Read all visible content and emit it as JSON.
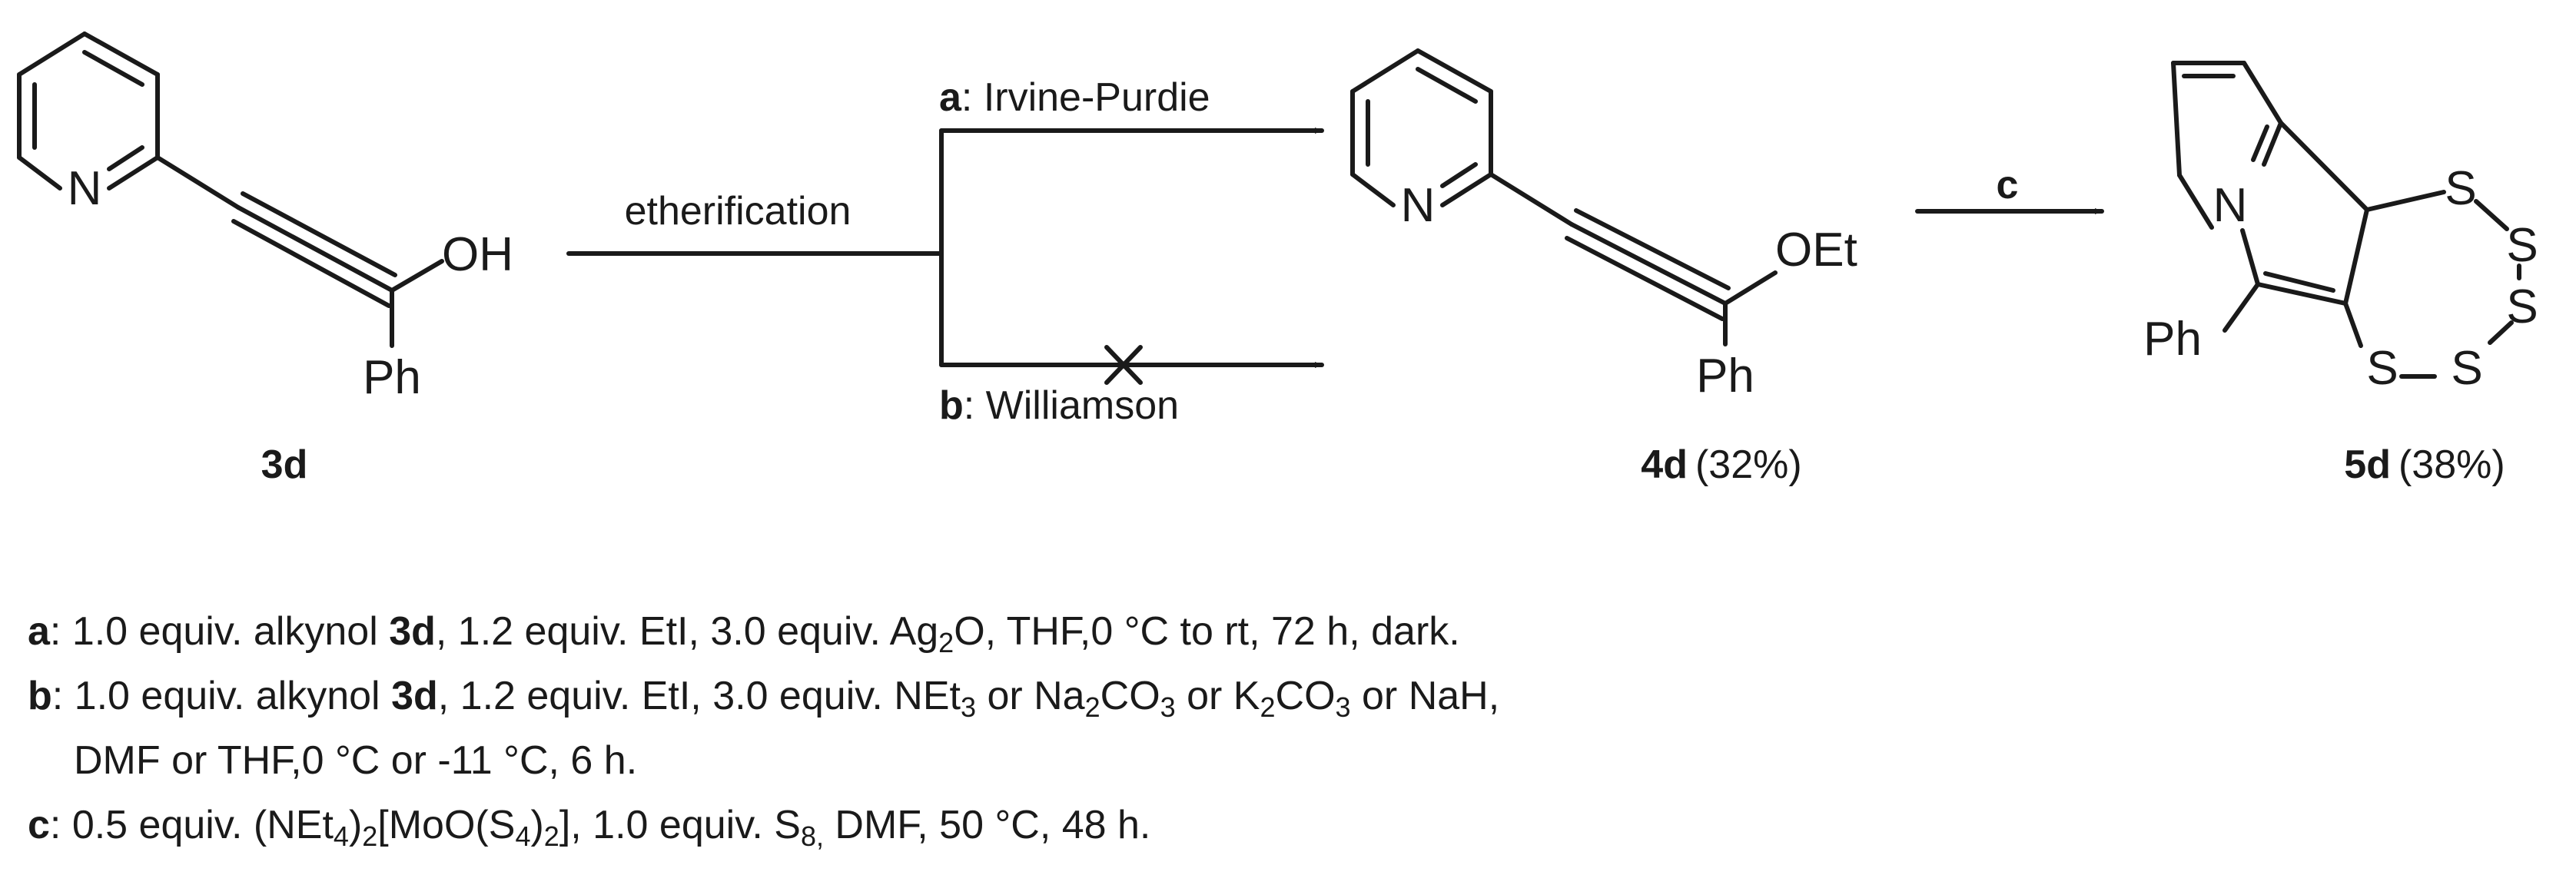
{
  "compounds": {
    "start": {
      "id": "3d",
      "n": "N",
      "oh": "OH",
      "ph": "Ph"
    },
    "ether": {
      "id": "4d",
      "yield": "(32%)",
      "n": "N",
      "oet": "OEt",
      "ph": "Ph"
    },
    "product": {
      "id": "5d",
      "yield": "(38%)",
      "n": "N",
      "ph": "Ph",
      "s": "S"
    }
  },
  "arrows": {
    "split_label": "etherification",
    "a_key": "a",
    "a_name": ": Irvine-Purdie",
    "b_key": "b",
    "b_name": ": Williamson",
    "c_key": "c"
  },
  "conditions": {
    "a": {
      "key": "a",
      "t1": ": 1.0 equiv. alkynol ",
      "cmpd": "3d",
      "t2": ", 1.2 equiv. EtI, 3.0 equiv. Ag",
      "s1": "2",
      "t3": "O, THF,0 °C to rt, 72 h, dark."
    },
    "b": {
      "key": "b",
      "t1": ": 1.0 equiv. alkynol ",
      "cmpd": "3d",
      "t2": ", 1.2 equiv. EtI, 3.0 equiv. NEt",
      "s1": "3",
      "t3": " or Na",
      "s2": "2",
      "t4": "CO",
      "s3": "3",
      "t5": " or K",
      "s4": "2",
      "t6": "CO",
      "s5": "3",
      "t7": " or NaH,",
      "line2": "DMF or THF,0 °C or -11 °C, 6 h."
    },
    "c": {
      "key": "c",
      "t1": ": 0.5 equiv. (NEt",
      "s1": "4",
      "t2": ")",
      "s2": "2",
      "t3": "[MoO(S",
      "s3": "4",
      "t4": ")",
      "s4": "2",
      "t5": "], 1.0 equiv. S",
      "s5": "8,",
      "t6": " DMF, 50 °C, 48 h."
    }
  }
}
